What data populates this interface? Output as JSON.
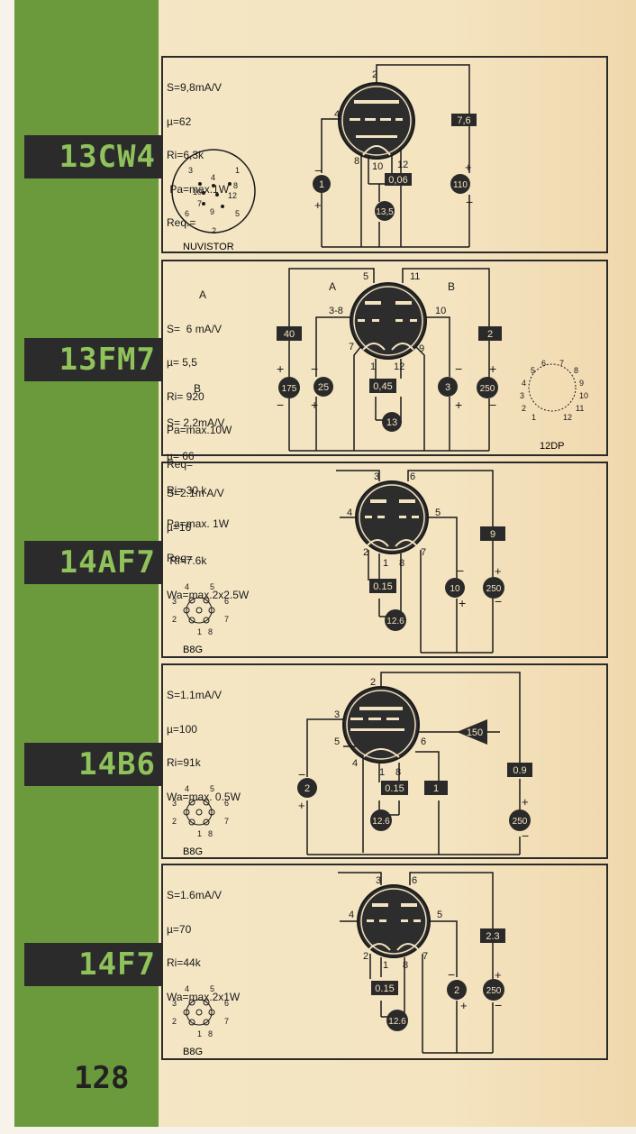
{
  "page_number": "128",
  "colors": {
    "strip": "#6a9a3c",
    "label_bg": "#2b2b2b",
    "label_text": "#8fc25a",
    "paper": "#f3e2bf",
    "ink": "#1a1a1a"
  },
  "tubes": [
    {
      "name": "13CW4",
      "specs": [
        "S=9,8mA/V",
        "µ=62",
        "Ri=6,3k",
        " Pa=max.1W",
        "Req.="
      ],
      "base": "NUVISTOR",
      "base_pins": [
        "1",
        "2",
        "3",
        "4",
        "5",
        "6",
        "7",
        "8",
        "9",
        "10",
        "12"
      ],
      "pin_labels": [
        "2",
        "4",
        "8",
        "10",
        "12"
      ],
      "values": {
        "grid": "1",
        "anode": "110",
        "heater": "13,5",
        "cathode": "0,06",
        "series": "7,6"
      }
    },
    {
      "name": "13FM7",
      "specs_a_title": "A",
      "specs_a": [
        "S=  6 mA/V",
        "µ= 5,5",
        "Ri= 920",
        "Pa=max.10W",
        "Req="
      ],
      "specs_b_title": "B",
      "specs_b": [
        "S= 2,2mA/V",
        "µ= 66",
        "Ri= 30 k",
        "Pa=max. 1W",
        "Req="
      ],
      "section_labels": [
        "A",
        "B"
      ],
      "base": "12DP",
      "base_pins": [
        "1",
        "2",
        "3",
        "4",
        "5",
        "6",
        "7",
        "8",
        "9",
        "10",
        "11",
        "12"
      ],
      "pin_labels": [
        "5",
        "11",
        "3-8",
        "10",
        "7",
        "9",
        "1",
        "12"
      ],
      "values": {
        "anode_a": "175",
        "grid_a": "25",
        "heater": "13",
        "cathode": "0,45",
        "grid_b": "3",
        "anode_b": "250",
        "series_a": "40",
        "series_b": "2"
      }
    },
    {
      "name": "14AF7",
      "specs": [
        "S=2.1m A/V",
        "µ=16",
        " Ri=7.6k",
        "Wa=max.2x2.5W"
      ],
      "base": "B8G",
      "base_pins": [
        "1",
        "2",
        "3",
        "4",
        "5",
        "6",
        "7",
        "8"
      ],
      "pin_labels": [
        "3",
        "6",
        "4",
        "5",
        "2",
        "1",
        "8",
        "7"
      ],
      "values": {
        "cathode": "0.15",
        "heater": "12.6",
        "grid": "10",
        "anode": "250",
        "series": "9"
      }
    },
    {
      "name": "14B6",
      "specs": [
        "S=1.1mA/V",
        "µ=100",
        "Ri=91k",
        "Wa=max. 0.5W"
      ],
      "base": "B8G",
      "base_pins": [
        "1",
        "2",
        "3",
        "4",
        "5",
        "6",
        "7",
        "8"
      ],
      "pin_labels": [
        "2",
        "3",
        "5",
        "6",
        "4",
        "1",
        "8"
      ],
      "values": {
        "grid": "2",
        "cathode": "0.15",
        "series": "1",
        "diode": "150",
        "anode": "250",
        "series2": "0.9",
        "heater": "12.6"
      }
    },
    {
      "name": "14F7",
      "specs": [
        "S=1.6mA/V",
        "µ=70",
        "Ri=44k",
        "Wa=max.2x1W"
      ],
      "base": "B8G",
      "base_pins": [
        "1",
        "2",
        "3",
        "4",
        "5",
        "6",
        "7",
        "8"
      ],
      "pin_labels": [
        "3",
        "6",
        "4",
        "5",
        "2",
        "1",
        "8",
        "7"
      ],
      "values": {
        "cathode": "0.15",
        "heater": "12.6",
        "grid": "2",
        "anode": "250",
        "series": "2.3"
      }
    }
  ]
}
